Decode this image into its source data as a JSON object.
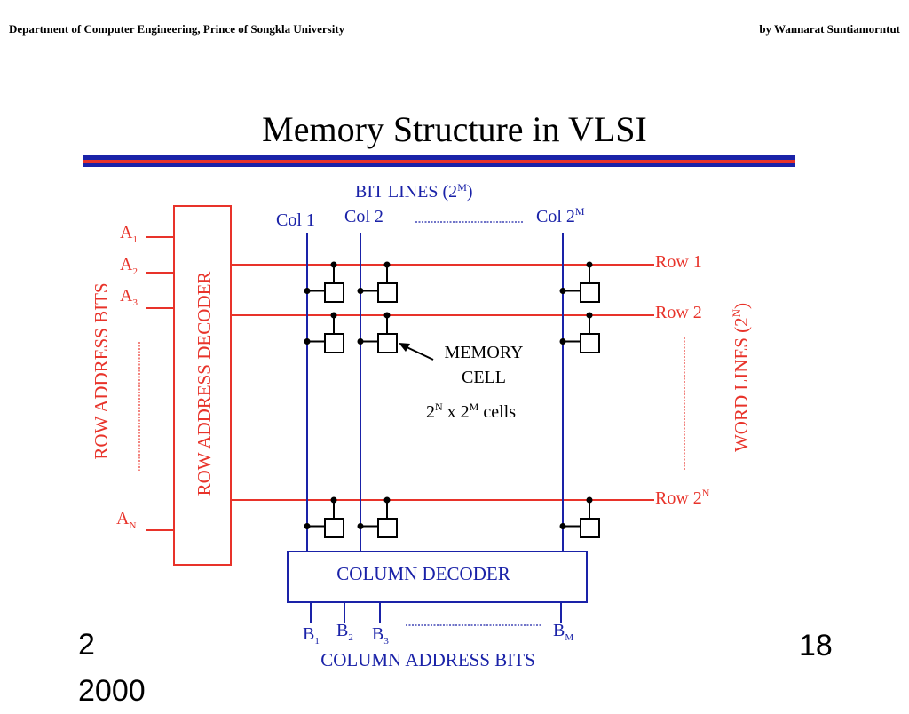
{
  "header": {
    "left": "Department of Computer Engineering, Prince of Songkla University",
    "right": "by Wannarat Suntiamorntut"
  },
  "title": "Memory Structure in VLSI",
  "slide_number": "18",
  "footer_date": "2\n2000",
  "colors": {
    "red": "#e8332a",
    "blue": "#1a22a8",
    "black": "#000000"
  },
  "diagram": {
    "bit_lines_label": {
      "base": "BIT LINES (2",
      "sup": "M",
      "end": ")"
    },
    "columns": [
      {
        "base": "Col 1",
        "sup": ""
      },
      {
        "base": "Col 2",
        "sup": ""
      },
      {
        "base": "Col 2",
        "sup": "M"
      }
    ],
    "address_inputs": [
      {
        "base": "A",
        "sub": "1"
      },
      {
        "base": "A",
        "sub": "2"
      },
      {
        "base": "A",
        "sub": "3"
      },
      {
        "base": "A",
        "sub": "N"
      }
    ],
    "row_address_bits_label": "ROW ADDRESS BITS",
    "row_address_decoder_label": "ROW ADDRESS DECODER",
    "rows": [
      {
        "base": "Row 1",
        "sup": ""
      },
      {
        "base": "Row 2",
        "sup": ""
      },
      {
        "base": "Row 2",
        "sup": "N"
      }
    ],
    "word_lines_label": {
      "base": "WORD LINES (2",
      "sup": "N",
      "end": ")"
    },
    "memory_cell_label": [
      "MEMORY",
      "CELL"
    ],
    "cell_count": {
      "a": "2",
      "a_sup": "N",
      "mid": " x 2",
      "b_sup": "M",
      "end": " cells"
    },
    "column_decoder_label": "COLUMN DECODER",
    "column_inputs": [
      {
        "base": "B",
        "sub": "1"
      },
      {
        "base": "B",
        "sub": "2"
      },
      {
        "base": "B",
        "sub": "3"
      },
      {
        "base": "B",
        "sub": "M"
      }
    ],
    "column_address_bits_label": "COLUMN ADDRESS BITS"
  }
}
